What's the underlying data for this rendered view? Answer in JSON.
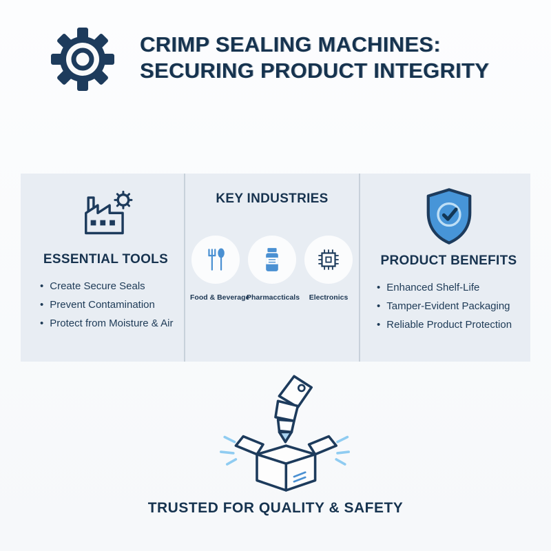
{
  "header": {
    "title_line1": "CRIMP SEALING MACHINES:",
    "title_line2": "SECURING PRODUCT INTEGRITY"
  },
  "sections": {
    "tools": {
      "heading": "ESSENTIAL TOOLS",
      "items": [
        "Create Secure Seals",
        "Prevent Contamination",
        "Protect from Moisture & Air"
      ]
    },
    "industries": {
      "heading": "KEY INDUSTRIES",
      "items": [
        {
          "label": "Food & Beverage",
          "icon": "utensils-icon"
        },
        {
          "label": "Pharmaccticals",
          "icon": "pill-bottle-icon"
        },
        {
          "label": "Electronics",
          "icon": "microchip-icon"
        }
      ]
    },
    "benefits": {
      "heading": "PRODUCT BENEFITS",
      "items": [
        "Enhanced Shelf-Life",
        "Tamper-Evident Packaging",
        "Reliable Product Protection"
      ]
    }
  },
  "footer": {
    "caption": "TRUSTED FOR QUALITY & SAFETY"
  },
  "colors": {
    "navy": "#1d3b5c",
    "blue": "#4a90d2",
    "light_blue": "#8fccf1",
    "panel_bg": "#e8edf3",
    "page_bg": "#f9fafb"
  }
}
